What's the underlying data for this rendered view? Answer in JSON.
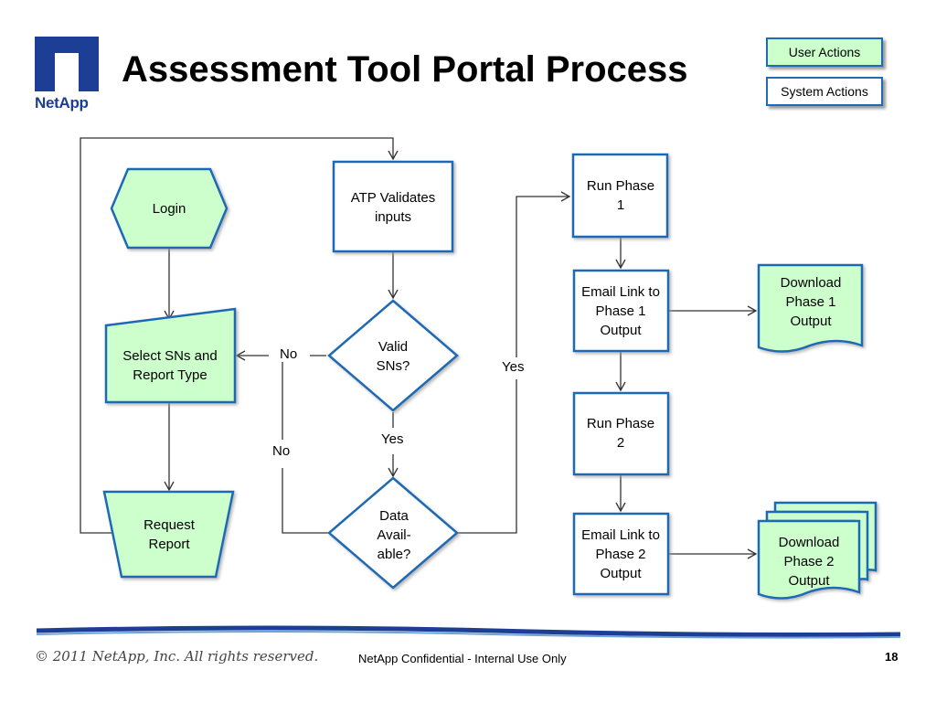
{
  "header": {
    "title": "Assessment Tool Portal Process",
    "logo_text": "NetApp"
  },
  "legend": {
    "user_actions": "User Actions",
    "system_actions": "System Actions"
  },
  "nodes": {
    "login": "Login",
    "select": "Select SNs and Report Type",
    "request": "Request Report",
    "validates": "ATP Validates inputs",
    "valid": "Valid SNs?",
    "data_avail": "Data Avail-able?",
    "run1": "Run Phase 1",
    "email1": "Email Link to Phase 1 Output",
    "download1": "Download Phase 1 Output",
    "run2": "Run Phase 2",
    "email2": "Email Link to Phase 2 Output",
    "download2": "Download Phase 2 Output"
  },
  "edges": {
    "no_valid": "No",
    "no_data": "No",
    "yes_valid": "Yes",
    "yes_data": "Yes"
  },
  "colors": {
    "user_fill": "#ccffcc",
    "system_fill": "#ffffff",
    "border": "#1f6bb5",
    "logo_blue": "#1c3f95"
  },
  "footer": {
    "copyright": "© 2011 NetApp, Inc. All rights reserved.",
    "confidential": "NetApp Confidential - Internal Use Only",
    "page_number": "18"
  }
}
